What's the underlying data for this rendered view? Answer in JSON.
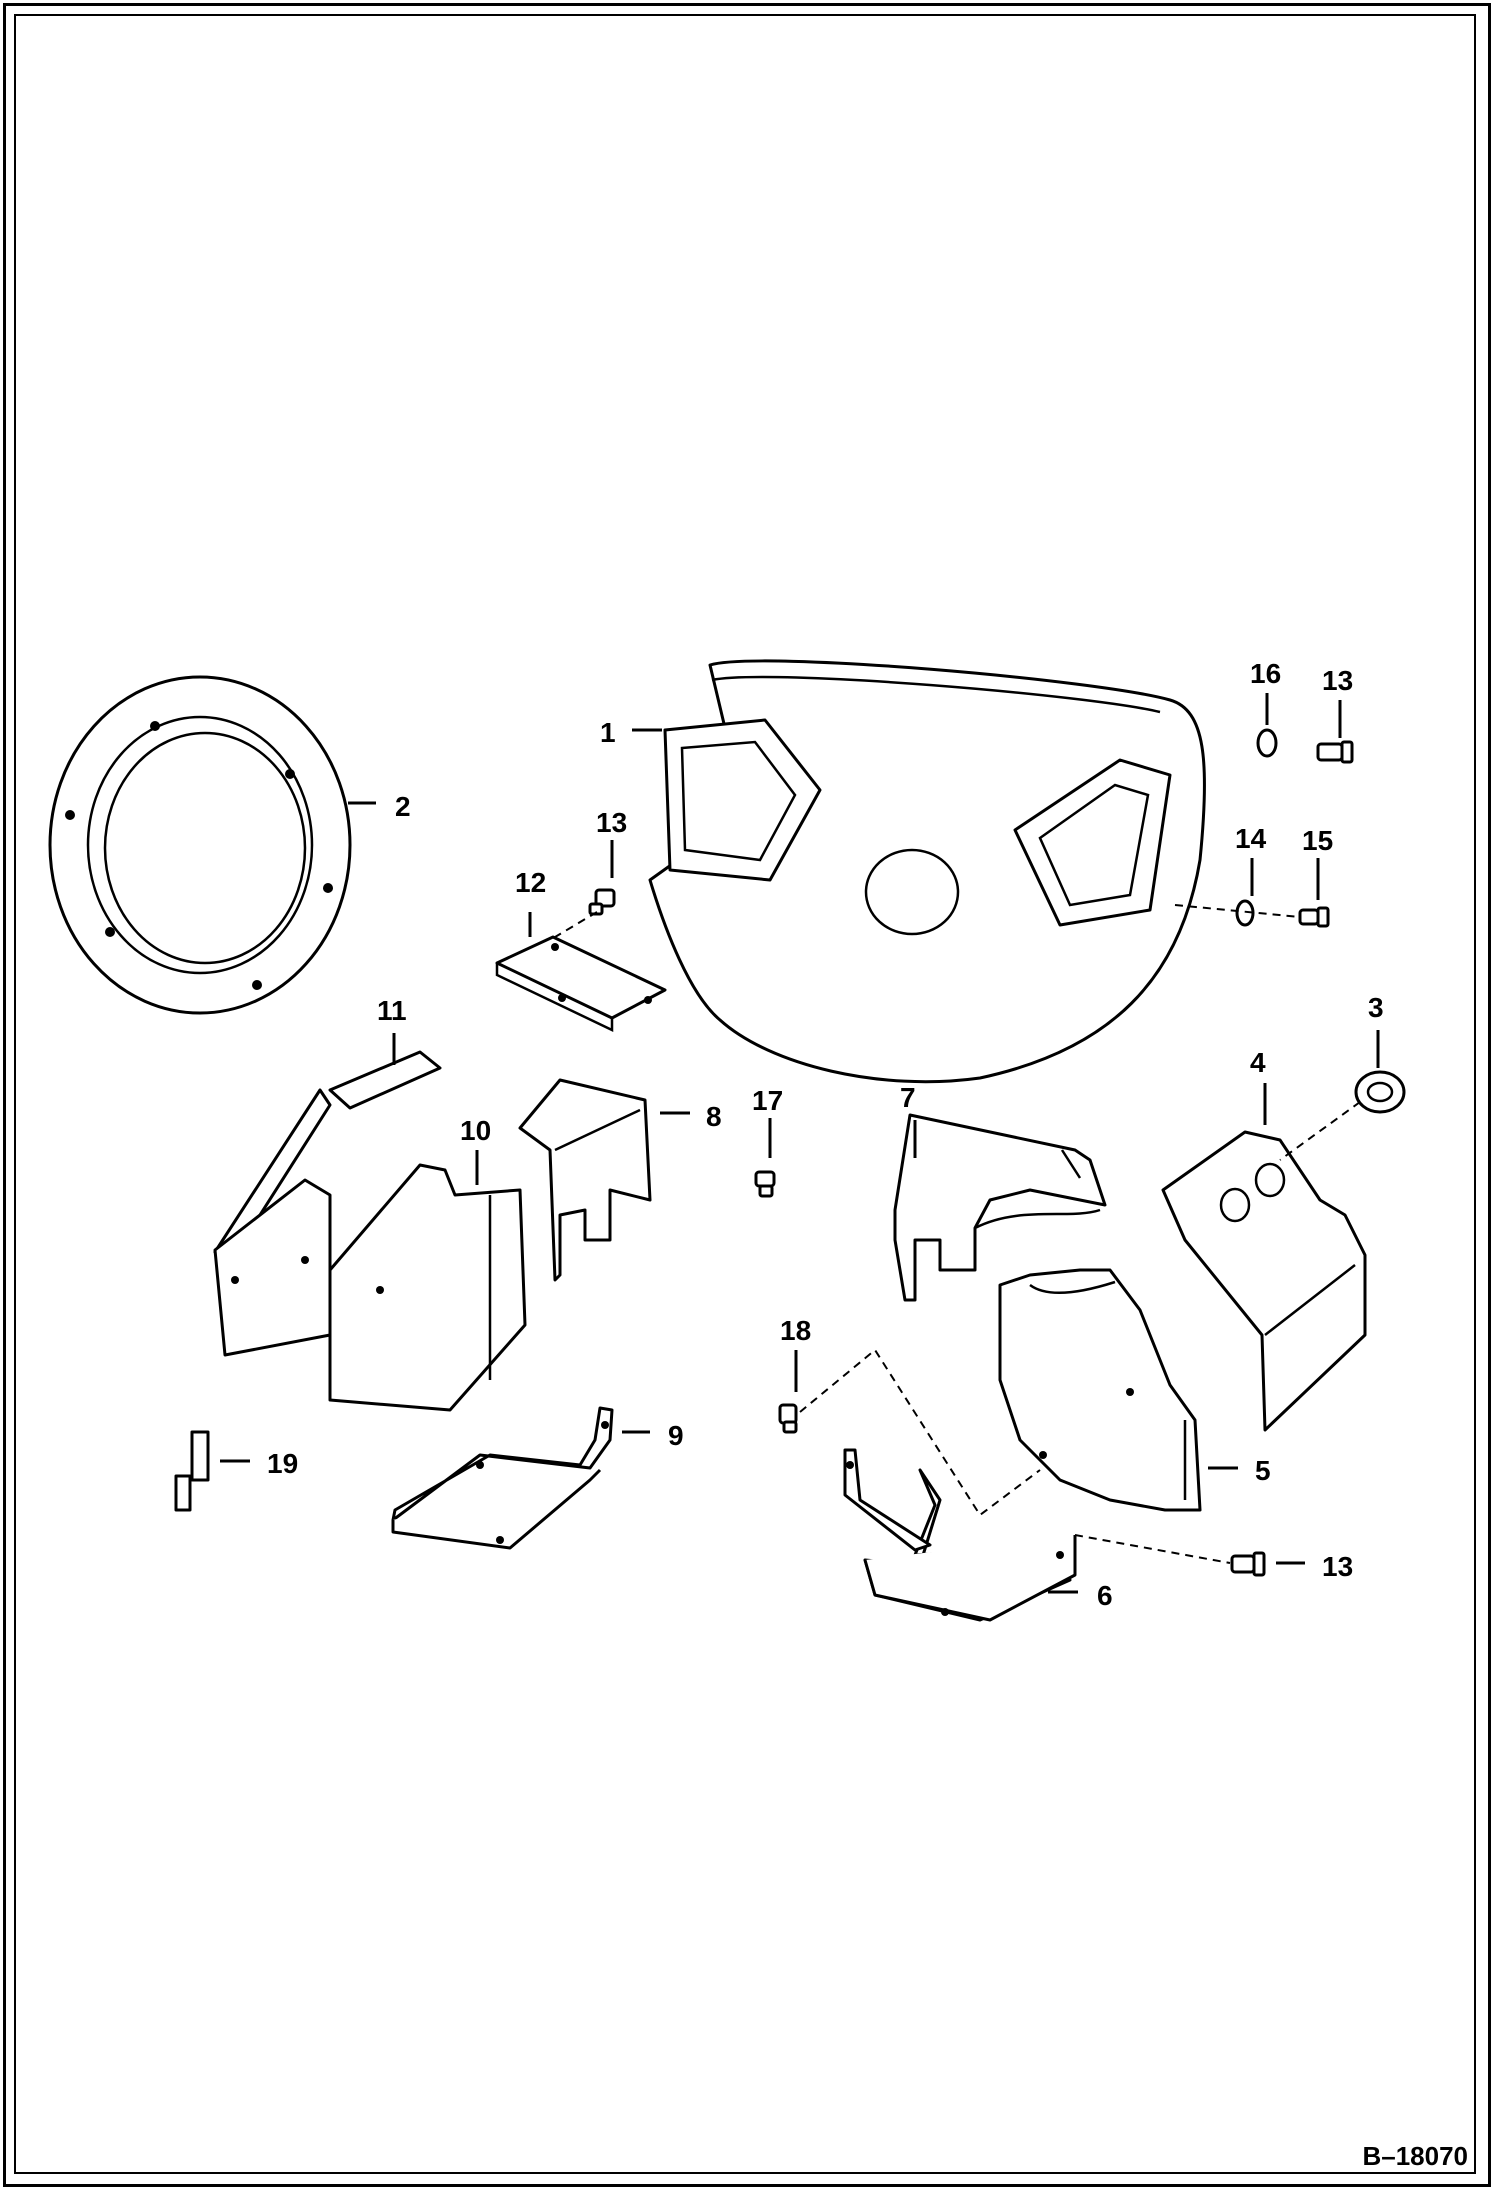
{
  "drawing": {
    "reference": "B–18070",
    "callouts": {
      "c1": "1",
      "c2": "2",
      "c3": "3",
      "c4": "4",
      "c5": "5",
      "c6": "6",
      "c7": "7",
      "c8": "8",
      "c9": "9",
      "c10": "10",
      "c11": "11",
      "c12": "12",
      "c13a": "13",
      "c13b": "13",
      "c13c": "13",
      "c14": "14",
      "c15": "15",
      "c16": "16",
      "c17": "17",
      "c18": "18",
      "c19": "19"
    }
  }
}
